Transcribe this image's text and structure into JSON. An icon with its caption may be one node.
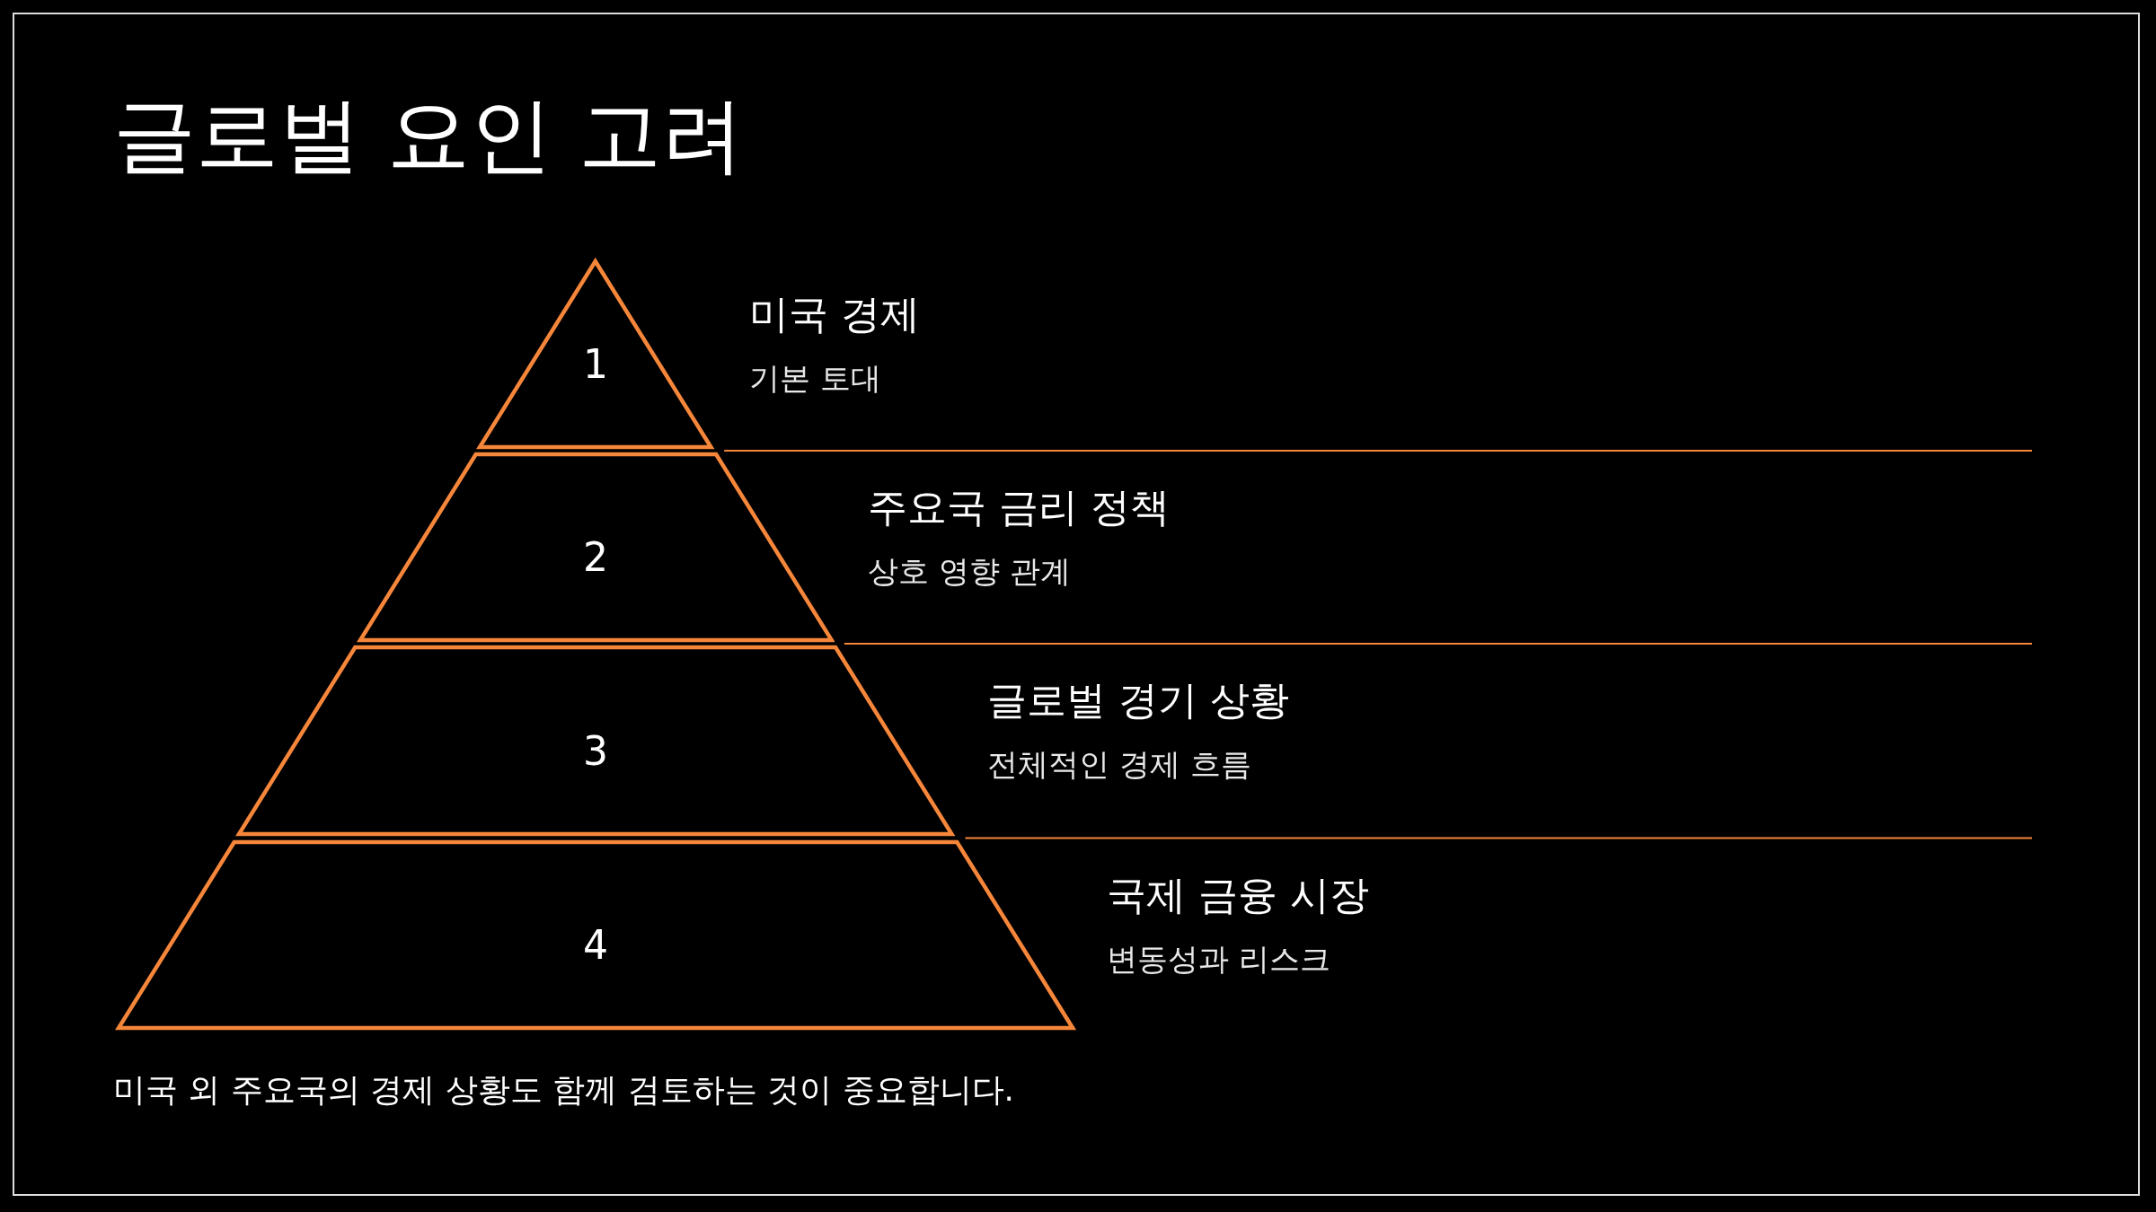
{
  "diagram": {
    "title": "글로벌 요인 고려",
    "nodes": [
      {
        "text": [
          "1"
        ],
        "beside": [
          "미국 경제",
          "기본 토대"
        ]
      },
      {
        "text": [
          "2"
        ],
        "beside": [
          "주요국 금리 정책",
          "상호 영향 관계"
        ]
      },
      {
        "text": [
          "3"
        ],
        "beside": [
          "글로벌 경기 상황",
          "전체적인 경제 흐름"
        ]
      },
      {
        "text": [
          "4"
        ],
        "beside": [
          "국제 금융 시장",
          "변동성과 리스크"
        ]
      }
    ],
    "edges": [],
    "caption": "미국 외 주요국의 경제 상황도 함께 검토하는 것이 중요합니다."
  }
}
